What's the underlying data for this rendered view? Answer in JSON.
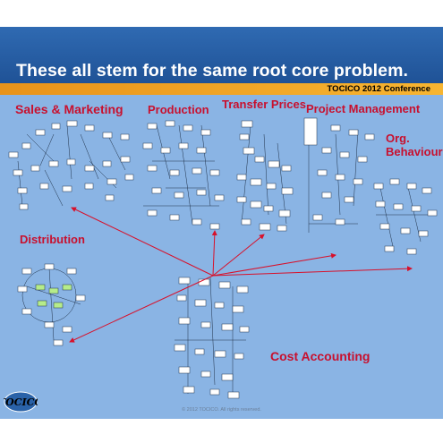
{
  "slide": {
    "title": "These all stem for the same root core problem.",
    "subtitle": "TOCICO 2012 Conference",
    "copyright": "© 2012 TOCICO. All rights reserved.",
    "logo_text": "TOCICO",
    "colors": {
      "header_blue": "#2a62a8",
      "banner_orange": "#f2a21c",
      "content_bg": "#8ab4e4",
      "label_red": "#c8102e",
      "arrow_red": "#d8102a"
    }
  },
  "sections": {
    "sales_marketing": "Sales & Marketing",
    "production": "Production",
    "transfer_prices": "Transfer  Prices",
    "project_management": "Project  Management",
    "org_behaviour_line1": "Org.",
    "org_behaviour_line2": "Behaviour",
    "distribution": "Distribution",
    "cost_accounting": "Cost Accounting"
  },
  "diagram": {
    "root_node": "cost-accounting-root",
    "arrows_from_root_to": [
      "Sales & Marketing",
      "Production",
      "Transfer Prices",
      "Project Management",
      "Org. Behaviour",
      "Distribution"
    ]
  }
}
